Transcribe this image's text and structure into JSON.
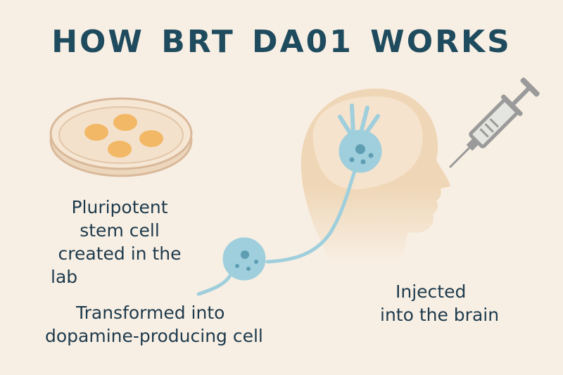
{
  "title": "HOW BRT  DA01 WORKS",
  "steps": [
    {
      "label_lines": [
        "Pluripotent",
        "stem cell",
        "created in the",
        "lab"
      ]
    },
    {
      "label_lines": [
        "Transformed into",
        "dopamine-producing cell"
      ]
    },
    {
      "label_lines": [
        "Injected",
        "into the brain"
      ]
    }
  ],
  "colors": {
    "background": "#f8efe4",
    "title": "#1f4b5e",
    "cell": "#9fcfdc",
    "head": "#efd6b6",
    "stem_cells": "#f2b866"
  }
}
